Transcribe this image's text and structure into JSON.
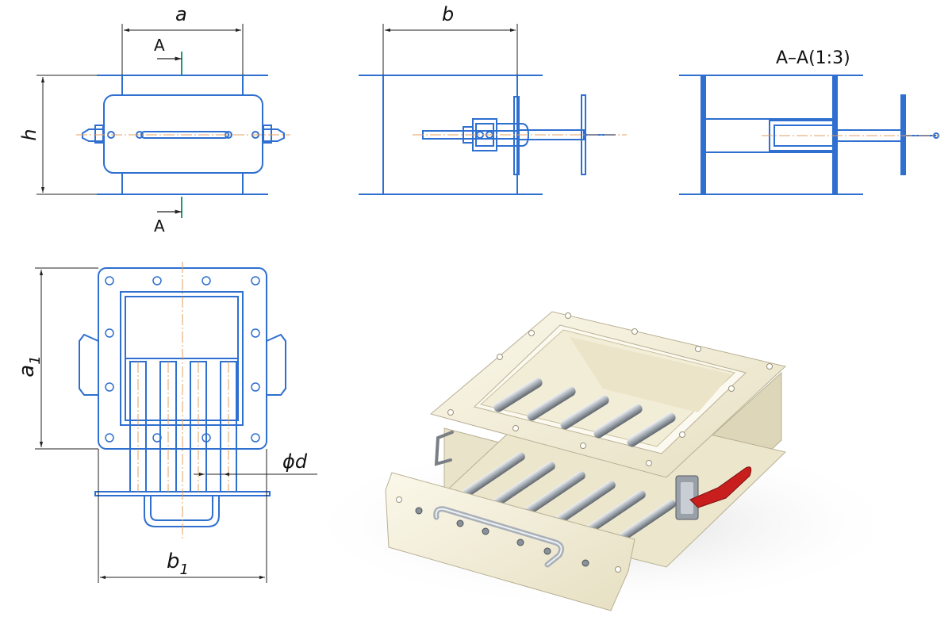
{
  "dimensions": {
    "a": "a",
    "b": "b",
    "h": "h",
    "a1_main": "a",
    "a1_sub": "1",
    "b1_main": "b",
    "b1_sub": "1",
    "d": "ϕd"
  },
  "section": {
    "cut_marker_top": "A",
    "cut_marker_bottom": "A",
    "section_title": "A–A(1:3)"
  },
  "colors": {
    "part_line": "#2e6fd0",
    "dim_line": "#222222",
    "axis_line": "#e0a060",
    "cut_line": "#1a9a7a",
    "body_cream": "#f4efd9",
    "rod_steel": "#b8bec6",
    "handle_red": "#c81e1e"
  }
}
